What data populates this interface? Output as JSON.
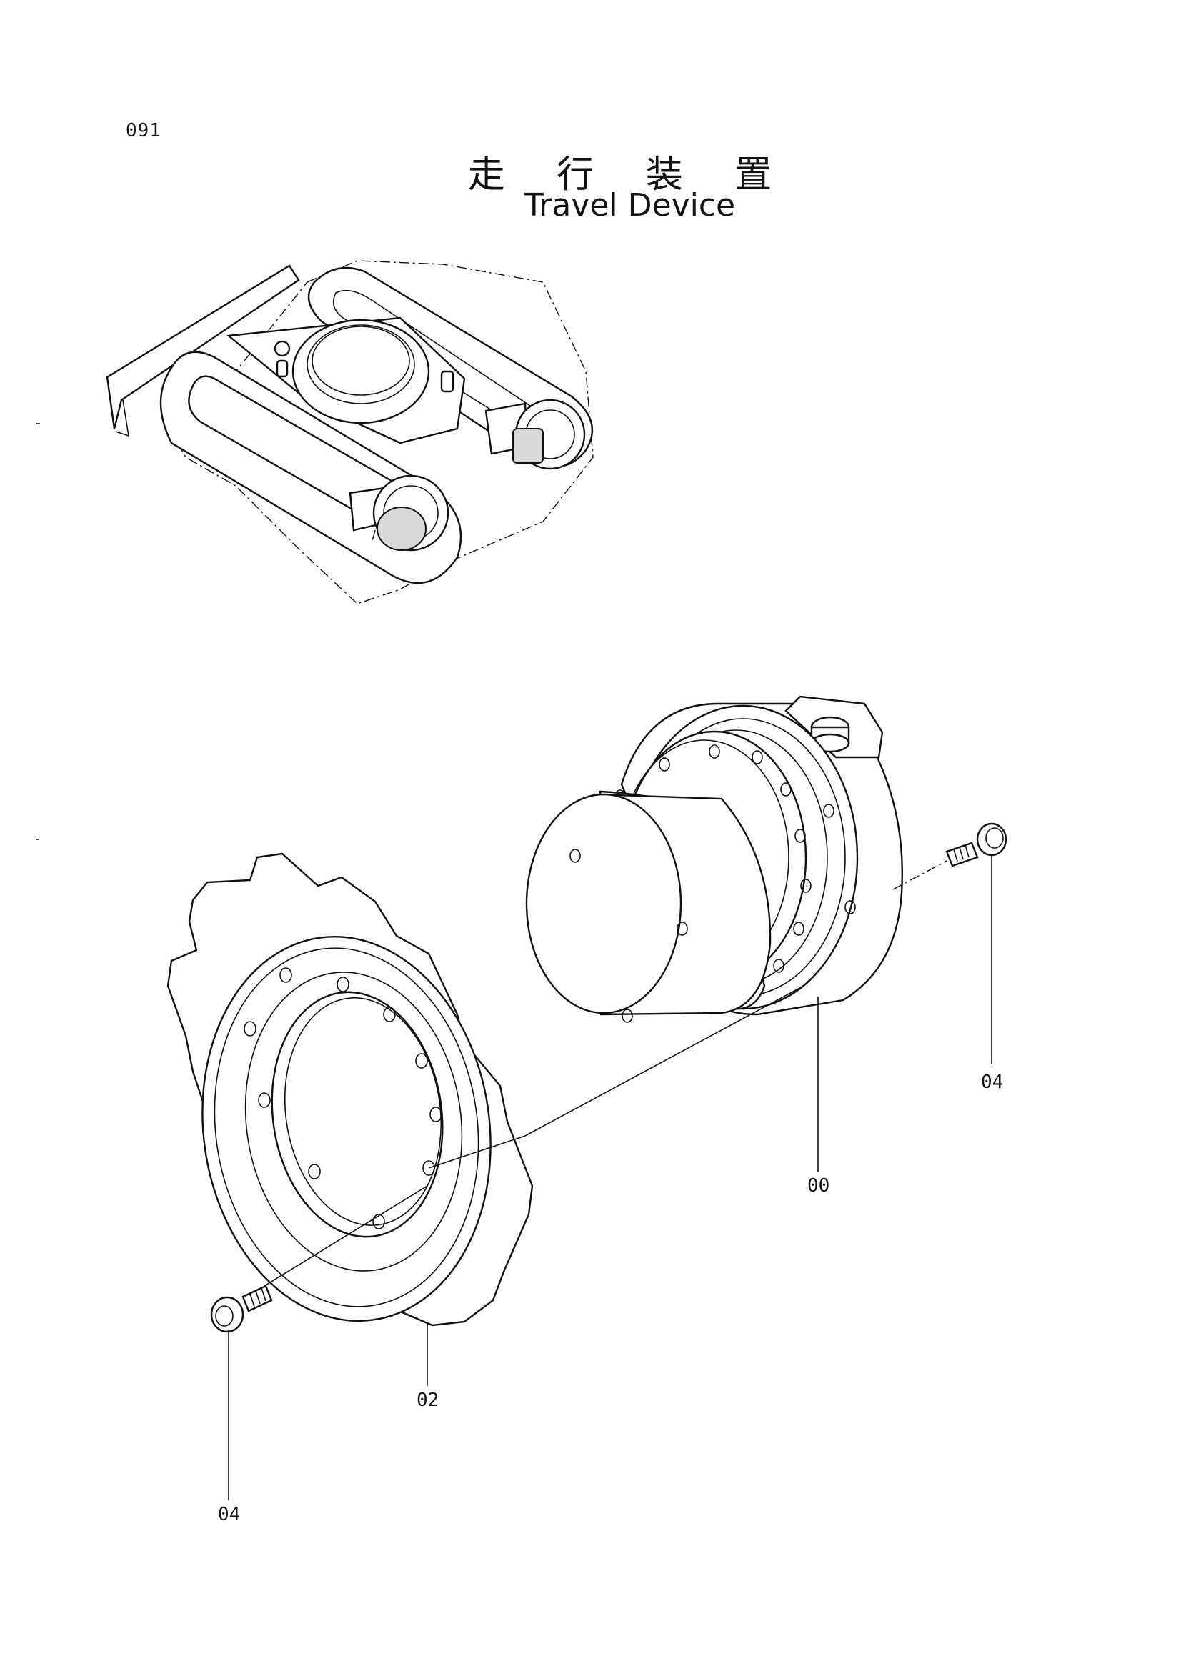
{
  "header": {
    "page_number": "091",
    "title_jp": "走 行 装 置",
    "title_en": "Travel Device"
  },
  "callouts": {
    "motor": "00",
    "sprocket": "02",
    "bolt_right": "04",
    "bolt_left": "04"
  }
}
